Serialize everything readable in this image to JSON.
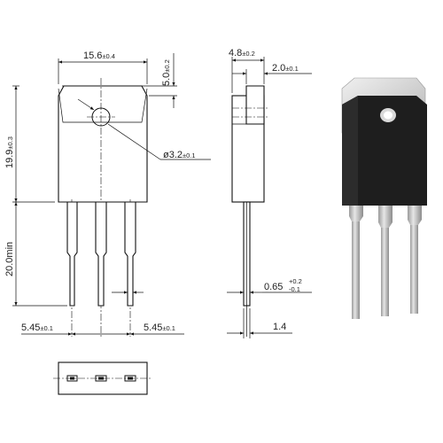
{
  "dimensions": {
    "tab_width": {
      "value": "15.6",
      "tol": "±0.4"
    },
    "tab_height": {
      "value": "5.0",
      "tol": "±0.2"
    },
    "body_height": {
      "value": "19.9",
      "tol": "±0.3"
    },
    "hole_dia": {
      "value": "ø3.2",
      "tol": "±0.1"
    },
    "lead_length": {
      "value": "20.0min"
    },
    "pitch_left": {
      "value": "5.45",
      "tol": "±0.1"
    },
    "pitch_right": {
      "value": "5.45",
      "tol": "±0.1"
    },
    "thickness": {
      "value": "4.8",
      "tol": "±0.2"
    },
    "tab_thick": {
      "value": "2.0",
      "tol": "±0.1"
    },
    "lead_thick": {
      "value": "0.65",
      "tol_up": "+0.2",
      "tol_down": "-0.1"
    },
    "lead_width": {
      "value": "1.4"
    }
  },
  "colors": {
    "line": "#111111",
    "package_body": "#1e1e1e",
    "package_tab": "#d8d8d8",
    "leads": "#cfcfcf"
  }
}
